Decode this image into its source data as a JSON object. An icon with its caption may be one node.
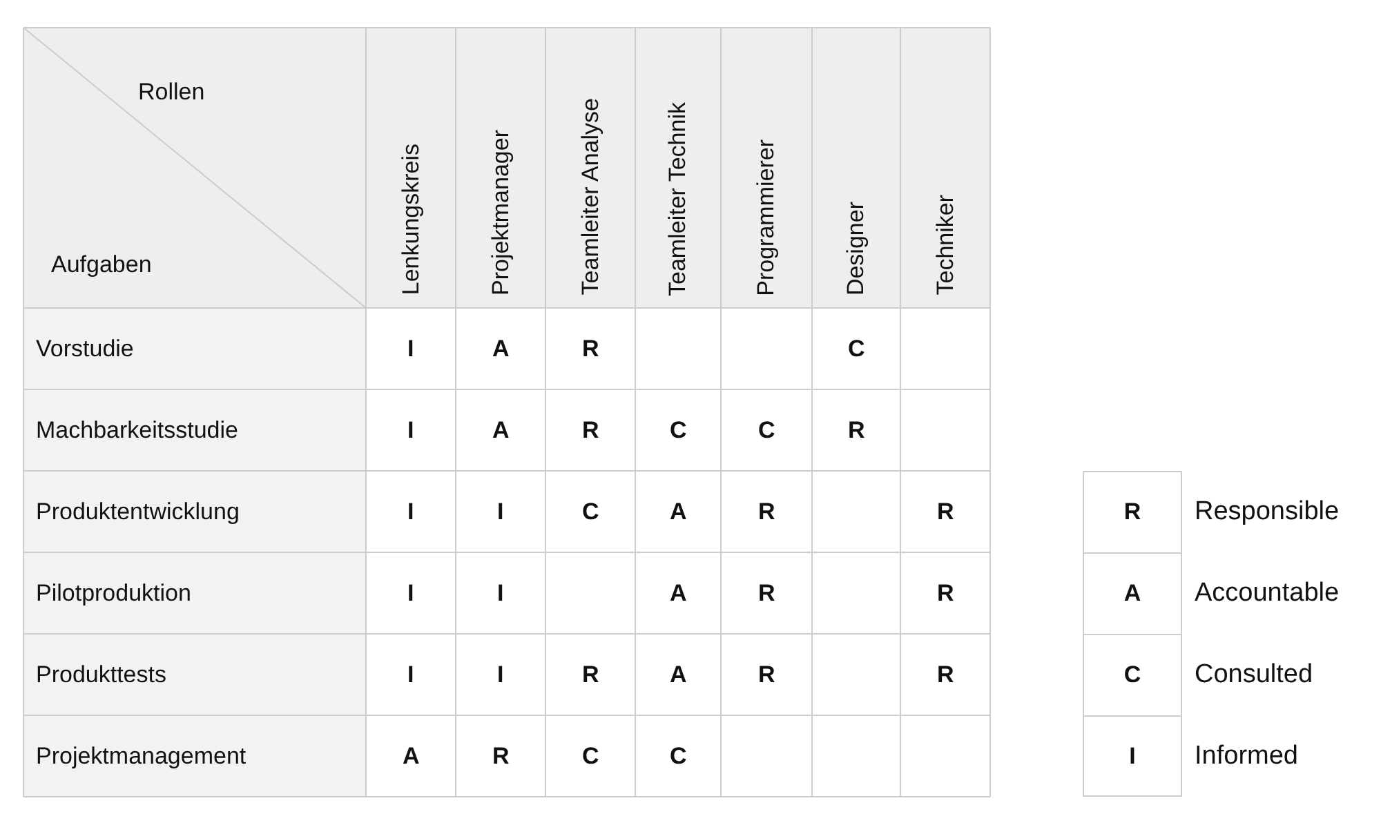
{
  "diagram": {
    "labels": [
      "Rollen",
      "Aufgaben",
      "Lenkungskreis",
      "Projektmanager",
      "Teamleiter Analyse",
      "Teamleiter Technik",
      "Programmierer",
      "Designer",
      "Techniker",
      "Vorstudie",
      "I",
      "A",
      "R",
      "C",
      "Machbarkeitsstudie",
      "I",
      "A",
      "R",
      "C",
      "C",
      "R",
      "Produktentwicklung",
      "I",
      "I",
      "C",
      "A",
      "R",
      "R",
      "Pilotproduktion",
      "I",
      "I",
      "A",
      "R",
      "R",
      "Produkttests",
      "I",
      "I",
      "R",
      "A",
      "R",
      "R",
      "Projektmanagement",
      "A",
      "R",
      "C",
      "C",
      "R",
      "A",
      "C",
      "I"
    ],
    "legend": [
      {
        "text": "Responsible"
      },
      {
        "text": "Accountable"
      },
      {
        "text": "Consulted"
      },
      {
        "text": "Informed"
      }
    ]
  }
}
